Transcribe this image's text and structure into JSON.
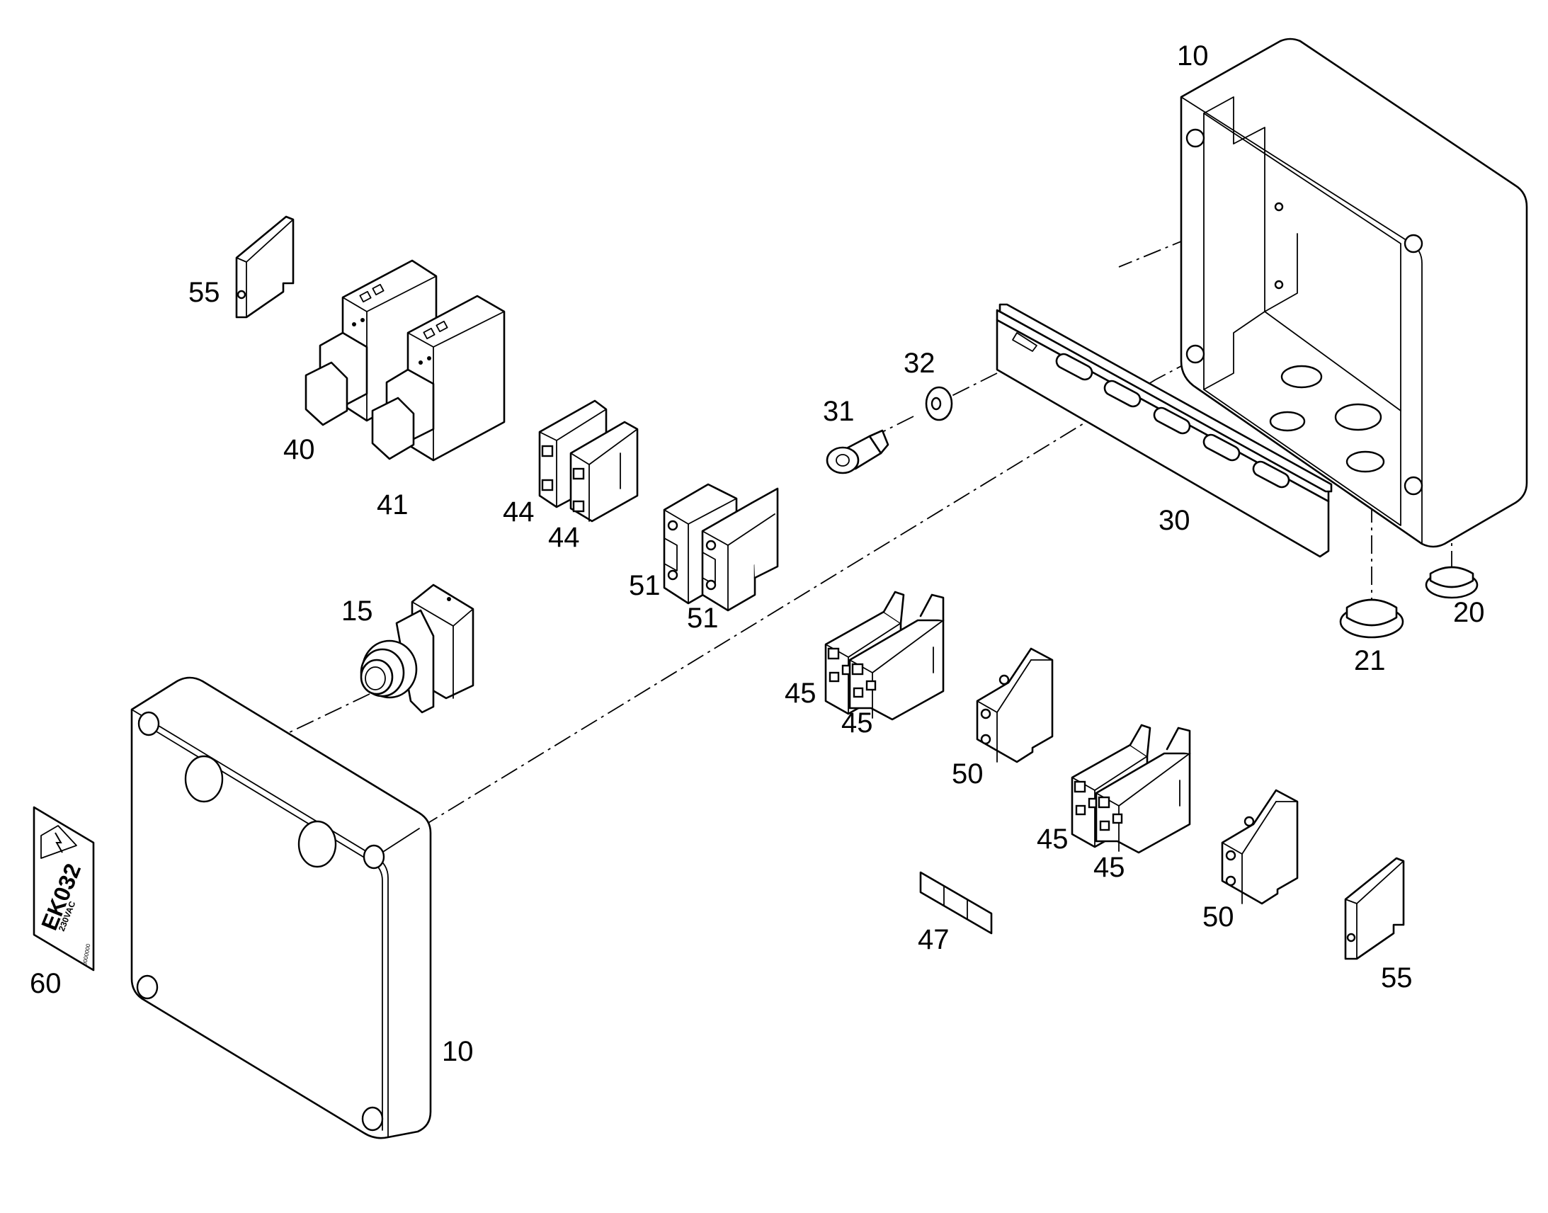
{
  "diagram": {
    "callouts": [
      {
        "id": "c-10-box",
        "text": "10"
      },
      {
        "id": "c-10-lid",
        "text": "10"
      },
      {
        "id": "c-15",
        "text": "15"
      },
      {
        "id": "c-20",
        "text": "20"
      },
      {
        "id": "c-21",
        "text": "21"
      },
      {
        "id": "c-30",
        "text": "30"
      },
      {
        "id": "c-31",
        "text": "31"
      },
      {
        "id": "c-32",
        "text": "32"
      },
      {
        "id": "c-40",
        "text": "40"
      },
      {
        "id": "c-41",
        "text": "41"
      },
      {
        "id": "c-44a",
        "text": "44"
      },
      {
        "id": "c-44b",
        "text": "44"
      },
      {
        "id": "c-45a",
        "text": "45"
      },
      {
        "id": "c-45b",
        "text": "45"
      },
      {
        "id": "c-45c",
        "text": "45"
      },
      {
        "id": "c-45d",
        "text": "45"
      },
      {
        "id": "c-47",
        "text": "47"
      },
      {
        "id": "c-50a",
        "text": "50"
      },
      {
        "id": "c-50b",
        "text": "50"
      },
      {
        "id": "c-51a",
        "text": "51"
      },
      {
        "id": "c-51b",
        "text": "51"
      },
      {
        "id": "c-55a",
        "text": "55"
      },
      {
        "id": "c-55b",
        "text": "55"
      },
      {
        "id": "c-60",
        "text": "60"
      }
    ],
    "warning_label": {
      "code": "EK032",
      "voltage": "230VAC",
      "small_print": "0000000"
    }
  },
  "colors": {
    "line": "#000000",
    "background": "#ffffff"
  }
}
